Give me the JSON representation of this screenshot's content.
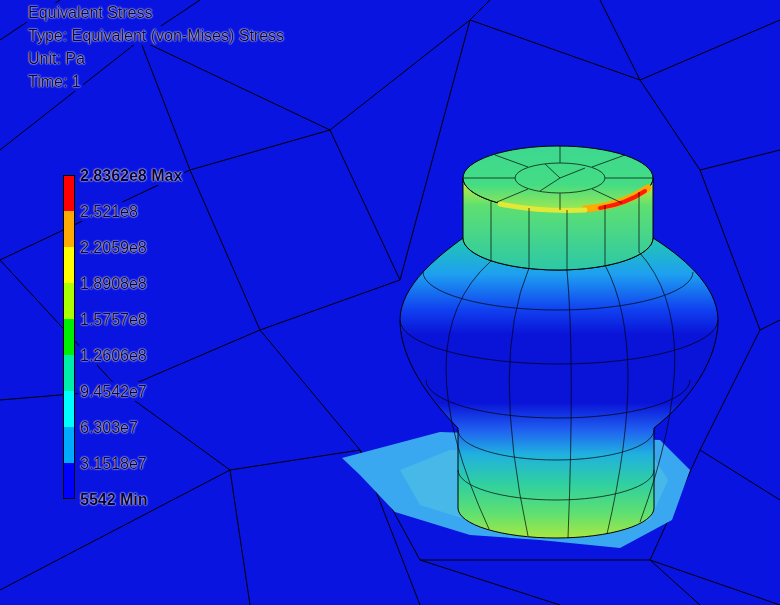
{
  "diagram": {
    "title": "Equivalent Stress",
    "labels": [
      "Type: Equivalent (von-Mises) Stress",
      "Unit: Pa",
      "Time: 1"
    ],
    "legend": [
      {
        "text": "2.8362e8 Max",
        "color": "#ff0000"
      },
      {
        "text": "2.521e8",
        "color": "#ffaa00"
      },
      {
        "text": "2.2059e8",
        "color": "#ffff00"
      },
      {
        "text": "1.8908e8",
        "color": "#aaff00"
      },
      {
        "text": "1.5757e8",
        "color": "#00ee00"
      },
      {
        "text": "1.2606e8",
        "color": "#00eeaa"
      },
      {
        "text": "9.4542e7",
        "color": "#00ffff"
      },
      {
        "text": "6.303e7",
        "color": "#00aaff"
      },
      {
        "text": "3.1518e7",
        "color": "#0000ff"
      },
      {
        "text": "5542 Min"
      }
    ]
  }
}
